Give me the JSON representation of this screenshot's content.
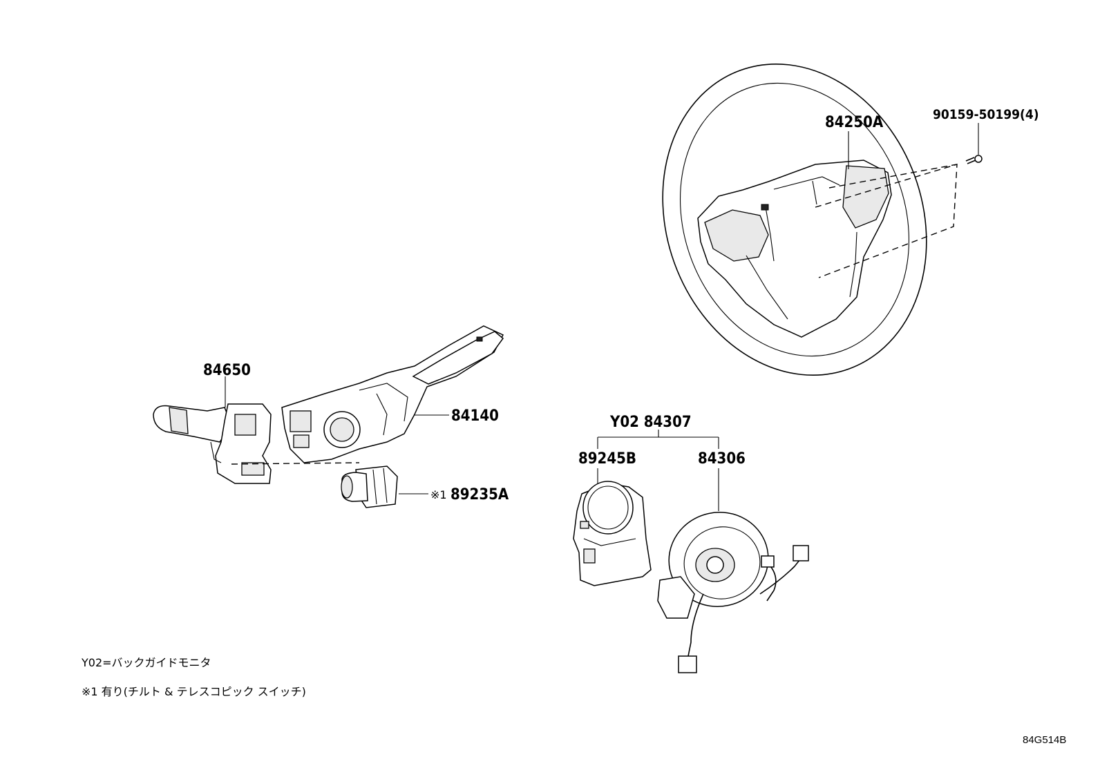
{
  "parts": {
    "switch_assy": "84650",
    "column_switch": "84140",
    "tilt_switch_prefix": "※1",
    "tilt_switch": "89235A",
    "steering_pad_switch": "84250A",
    "screw": "90159-50199(4)",
    "spiral_cable_group": "Y02 84307",
    "steering_sensor": "89245B",
    "spiral_cable": "84306"
  },
  "notes": {
    "y02": "Y02=バックガイドモニタ",
    "tilt": "※1 有り(チルト & テレスコピック スイッチ)"
  },
  "diagram_code": "84G514B"
}
